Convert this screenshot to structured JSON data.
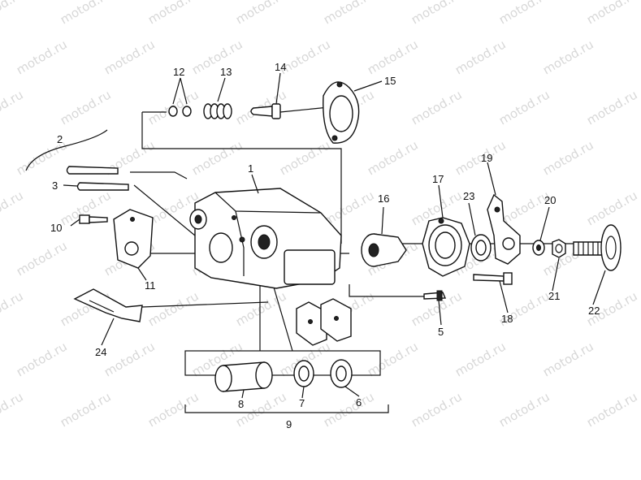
{
  "watermark": {
    "text": "motod.ru"
  },
  "callouts": {
    "c1": "1",
    "c2": "2",
    "c3": "3",
    "c5": "5",
    "c6": "6",
    "c7": "7",
    "c8": "8",
    "c9": "9",
    "c10": "10",
    "c11": "11",
    "c12": "12",
    "c13": "13",
    "c14": "14",
    "c15": "15",
    "c16": "16",
    "c17": "17",
    "c18": "18",
    "c19": "19",
    "c20": "20",
    "c21": "21",
    "c22": "22",
    "c23": "23",
    "c24": "24"
  }
}
